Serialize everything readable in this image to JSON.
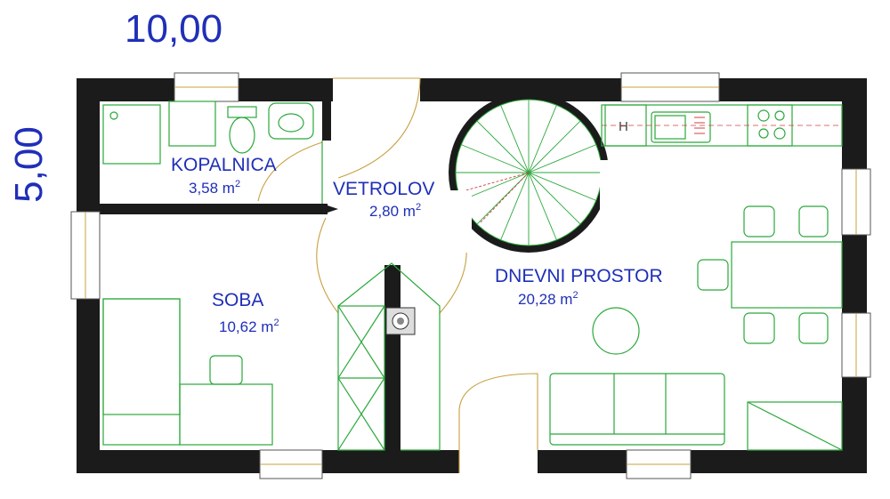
{
  "dimensions": {
    "width": "10,00",
    "height": "5,00"
  },
  "rooms": [
    {
      "name": "KOPALNICA",
      "area": "3,58 m",
      "unit_sup": "2"
    },
    {
      "name": "VETROLOV",
      "area": "2,80 m",
      "unit_sup": "2"
    },
    {
      "name": "SOBA",
      "area": "10,62 m",
      "unit_sup": "2"
    },
    {
      "name": "DNEVNI PROSTOR",
      "area": "20,28 m",
      "unit_sup": "2"
    }
  ],
  "fixtures": {
    "oven_label": "H"
  },
  "colors": {
    "text": "#1f2fb8",
    "wall": "#1b1b1b",
    "fixture": "#2aa83a",
    "door": "#c8a040"
  }
}
